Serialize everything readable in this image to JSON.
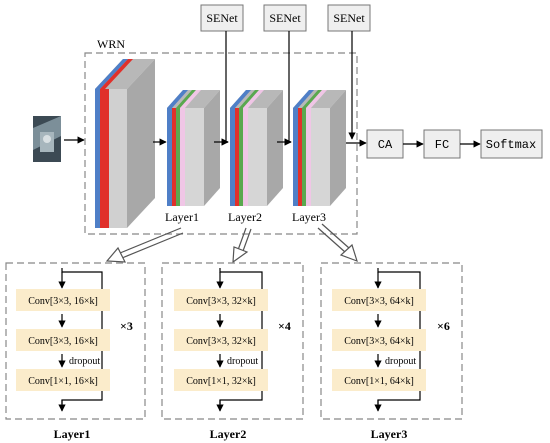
{
  "senet": {
    "label": "SENet"
  },
  "wrn": {
    "label": "WRN"
  },
  "ca": {
    "label": "CA"
  },
  "fc": {
    "label": "FC"
  },
  "softmax": {
    "label": "Softmax"
  },
  "top_layers": [
    "Layer1",
    "Layer2",
    "Layer3"
  ],
  "blocks": [
    {
      "title": "Layer1",
      "repeat": "×3",
      "conv1": "Conv[3×3, 16×k]",
      "conv2": "Conv[3×3, 16×k]",
      "dropout": "dropout",
      "conv3": "Conv[1×1, 16×k]"
    },
    {
      "title": "Layer2",
      "repeat": "×4",
      "conv1": "Conv[3×3, 32×k]",
      "conv2": "Conv[3×3, 32×k]",
      "dropout": "dropout",
      "conv3": "Conv[1×1, 32×k]"
    },
    {
      "title": "Layer3",
      "repeat": "×6",
      "conv1": "Conv[3×3, 64×k]",
      "conv2": "Conv[3×3, 64×k]",
      "dropout": "dropout",
      "conv3": "Conv[1×1, 64×k]"
    }
  ],
  "colors": {
    "block_fill": "#fbeccb",
    "box_fill": "#efefef",
    "slab_face": "#d0d0d0",
    "slab_top": "#b8b8b8",
    "slab_side": "#a8a8a8",
    "blue": "#4f7fc7",
    "red": "#e0302b",
    "green": "#5aa84f",
    "pink": "#f0c6e6"
  }
}
